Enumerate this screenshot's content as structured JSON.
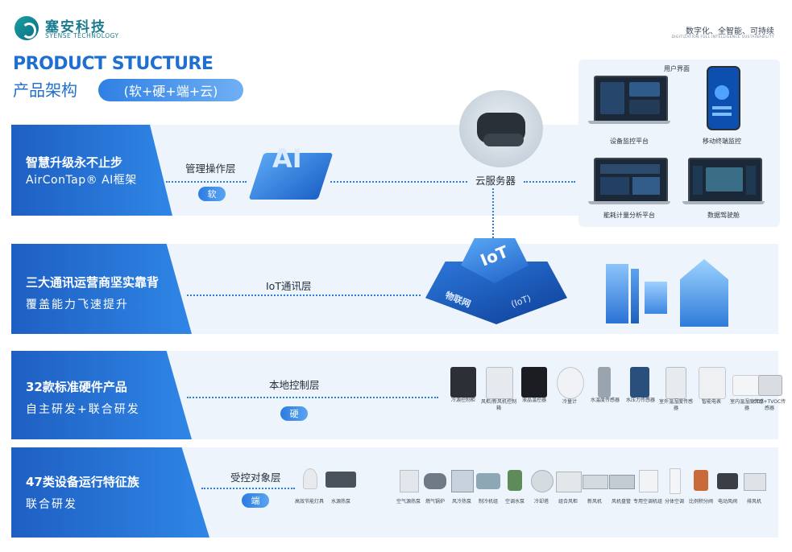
{
  "brand": {
    "name_cn": "塞安科技",
    "name_en": "SYENSE TECHNOLOGY"
  },
  "slogan": {
    "cn": "数字化、全智能、可持续",
    "en": "DIGITIZATION   FULL INTELLIGENCE   SUSTAINABILITY"
  },
  "title": {
    "en": "PRODUCT STUCTURE",
    "cn": "产品架构",
    "pill": "(软+硬+端+云)"
  },
  "cloud": {
    "label": "云服务器"
  },
  "ui": {
    "header": "用户界面",
    "items": [
      "设备监控平台",
      "移动终端监控",
      "能耗计量分析平台",
      "数据驾驶舱"
    ]
  },
  "rows": [
    {
      "line1": "智慧升级永不止步",
      "line2": "AirConTap® AI框架",
      "layer": "管理操作层",
      "tag": "软",
      "badge": "AI"
    },
    {
      "line1": "三大通讯运营商坚实靠背",
      "line2": "覆盖能力飞速提升",
      "layer": "IoT通讯层",
      "tag": "",
      "badge_top": "IoT",
      "badge_left": "物联网",
      "badge_right": "(IoT)"
    },
    {
      "line1": "32款标准硬件产品",
      "line2": "自主研发+联合研发",
      "layer": "本地控制层",
      "tag": "硬"
    },
    {
      "line1": "47类设备运行特征族",
      "line2": "联合研发",
      "layer": "受控对象层",
      "tag": "端"
    }
  ],
  "hardware": [
    "冷源控制柜",
    "风柜/新风机控制箱",
    "液晶温控器",
    "冷量计",
    "水温度传感器",
    "水压力传感器",
    "室外温湿度传感器",
    "智能电表",
    "室内温湿度传感器",
    "CO2+TVOC传感器"
  ],
  "equipment_left": [
    "高效节能灯具",
    "水源热泵"
  ],
  "equipment": [
    "空气源热泵",
    "燃气锅炉",
    "风冷热泵",
    "制冷机组",
    "空调水泵",
    "冷却塔",
    "组合风柜",
    "新风机",
    "风机盘管",
    "专用空调机组",
    "分体空调",
    "比例积分阀",
    "电动风阀",
    "排风机"
  ],
  "colors": {
    "primary": "#1f6fd1",
    "band": "#eef4fb",
    "teal": "#1b7b8e"
  }
}
